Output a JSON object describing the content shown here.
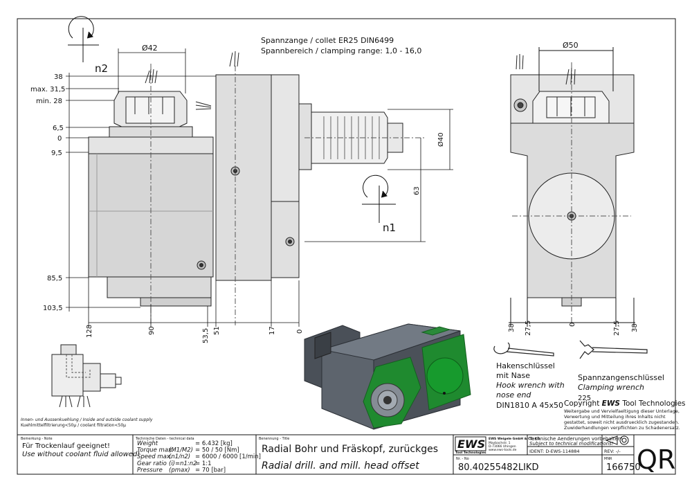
{
  "header": {
    "collet_line": "Spannzange / collet   ER25   DIN6499",
    "range_line": "Spannbereich / clamping range: 1,0 - 16,0"
  },
  "dims": {
    "d42": "Ø42",
    "d50": "Ø50",
    "d40": "Ø40",
    "v38": "38",
    "v315": "max. 31,5",
    "v28": "min. 28",
    "v65": "6,5",
    "v0": "0",
    "v95": "9,5",
    "v855": "85,5",
    "v1035": "103,5",
    "h128": "128",
    "h90": "90",
    "h535": "53,5",
    "h51": "51",
    "h17": "17",
    "h0": "0",
    "r38a": "38",
    "r275a": "27,5",
    "r0": "0",
    "r275b": "27,5",
    "r38b": "38",
    "v63": "63",
    "n1": "n1",
    "n2": "n2"
  },
  "wrenches": {
    "hook_de": "Hakenschlüssel",
    "hook_de2": "mit Nase",
    "hook_en": "Hook wrench with",
    "hook_en2": "nose end",
    "hook_din": "DIN1810 A 45x50",
    "clamp_de": "Spannzangenschlüssel",
    "clamp_en": "Clamping wrench",
    "clamp_no": "225"
  },
  "copyright": {
    "title_pre": "Copyright ",
    "title_brand": "EWS",
    "title_post": " Tool Technologies",
    "l1": "Weitergabe und Vervielfaeltigung dieser Unterlage,",
    "l2": "Verwertung und Mitteilung ihres Inhalts nicht",
    "l3": "gestattet, soweit nicht ausdruecklich zugestanden.",
    "l4": "Zuwiderhandlungen verpflichten zu Schadenersatz."
  },
  "coolant": {
    "l1": "Innen- und Aussenkuehlung / Inside and outside coolant supply",
    "l2": "Kuehlmittelfiltrierung<50µ / coolant filtration<50µ"
  },
  "title_block": {
    "note_label": "Bemerkung - Note",
    "note_de": "Für Trockenlauf geeignet!",
    "note_en": "Use without coolant fluid allowed!",
    "tech_label": "Technische Daten - technical data",
    "tech_rows": [
      {
        "k": "Weight",
        "u": "",
        "v": "=  6.432 [kg]"
      },
      {
        "k": "Torque max.",
        "u": "(M1/M2)",
        "v": "=  50 / 50 [Nm]"
      },
      {
        "k": "Speed max.",
        "u": "(n1/n2)",
        "v": "=  6000 / 6000 [1/min]"
      },
      {
        "k": "Gear ratio",
        "u": "(i)=n1:n2",
        "v": "=  1:1"
      },
      {
        "k": "Pressure",
        "u": "(pmax)",
        "v": "=  70 [bar]"
      }
    ],
    "name_label": "Benennung - Title",
    "title_de": "Radial Bohr und Fräskopf, zurückges",
    "title_en": "Radial drill. and mill. head offset",
    "logo": "EWS",
    "logo_sub": "Tool Technologies",
    "company": "EWS Weigele GmbH & Co. KG",
    "addr1": "Maybachstr. 1",
    "addr2": "D-73066 Uhingen",
    "addr3": "www.ews-tools.de",
    "changes_de": "Technische Aenderungen vorbehalten!",
    "changes_en": "Subject to technical modifications!",
    "ident": "IDENT:  D-EWS-114884",
    "rev": "REV:  -/-",
    "nr_label": "Nr. - No",
    "part_no": "80.40255482LIKD",
    "mnr_label": "MNR",
    "mnr": "166750",
    "qr": "QR"
  }
}
